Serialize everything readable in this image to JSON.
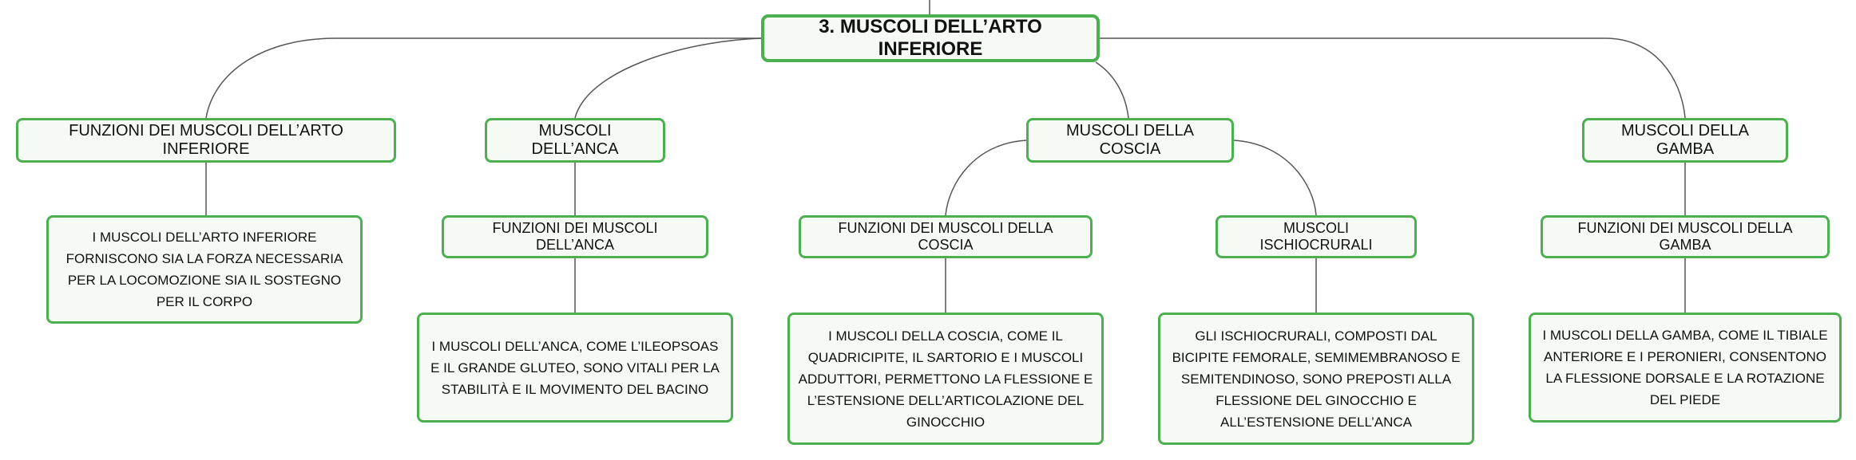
{
  "root": {
    "label": "3. MUSCOLI DELL’ARTO INFERIORE"
  },
  "branches": [
    {
      "title": "FUNZIONI DEI MUSCOLI DELL’ARTO INFERIORE",
      "description": "I MUSCOLI DELL’ARTO INFERIORE FORNISCONO SIA LA FORZA NECESSARIA PER LA LOCOMOZIONE SIA IL SOSTEGNO PER IL CORPO"
    },
    {
      "title": "MUSCOLI DELL’ANCA",
      "subtitle": "FUNZIONI DEI MUSCOLI DELL’ANCA",
      "description": "I MUSCOLI DELL’ANCA, COME L’ILEOPSOAS E IL GRANDE GLUTEO, SONO VITALI PER LA STABILITÀ E IL MOVIMENTO DEL BACINO"
    },
    {
      "title": "MUSCOLI DELLA COSCIA",
      "children": [
        {
          "title": "FUNZIONI DEI MUSCOLI DELLA COSCIA",
          "description": "I MUSCOLI DELLA COSCIA, COME IL QUADRICIPITE, IL SARTORIO E I MUSCOLI ADDUTTORI, PERMETTONO LA FLESSIONE E L’ESTENSIONE DELL’ARTICOLAZIONE DEL GINOCCHIO"
        },
        {
          "title": "MUSCOLI ISCHIOCRURALI",
          "description": "GLI ISCHIOCRURALI, COMPOSTI DAL BICIPITE FEMORALE, SEMIMEMBRANOSO E SEMITENDINOSO, SONO PREPOSTI ALLA FLESSIONE DEL GINOCCHIO E ALL’ESTENSIONE DELL’ANCA"
        }
      ]
    },
    {
      "title": "MUSCOLI DELLA GAMBA",
      "subtitle": "FUNZIONI DEI MUSCOLI DELLA GAMBA",
      "description": "I MUSCOLI DELLA GAMBA, COME IL TIBIALE ANTERIORE E I PERONIERI, CONSENTONO LA FLESSIONE DORSALE E LA ROTAZIONE DEL PIEDE"
    }
  ],
  "colors": {
    "node_border": "#4caf50",
    "node_fill": "#f5faf5",
    "connector": "#555555"
  }
}
